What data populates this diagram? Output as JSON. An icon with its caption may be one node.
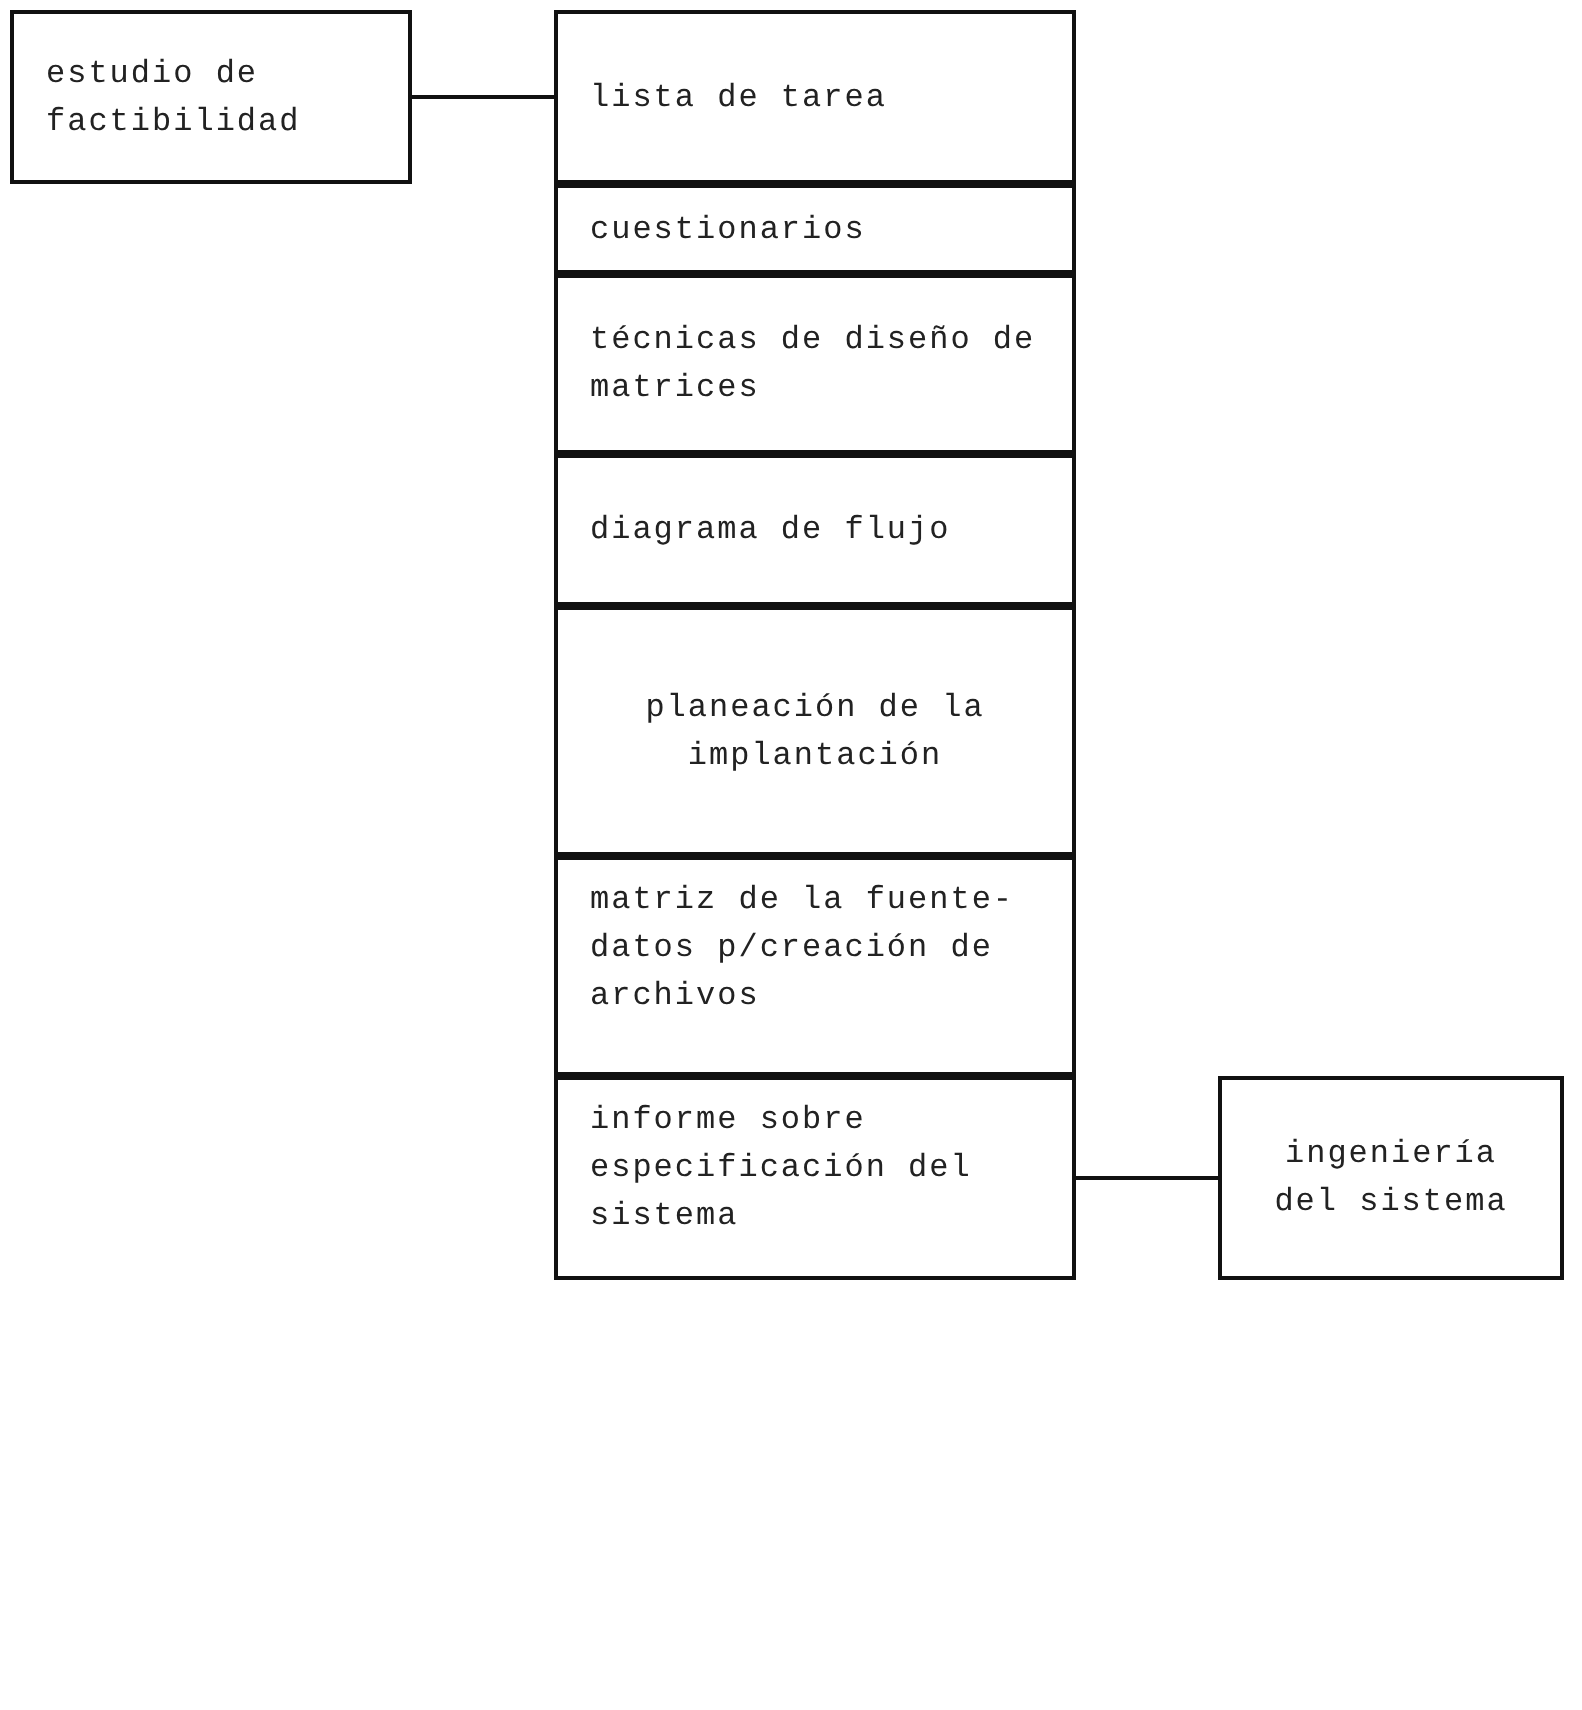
{
  "diagram": {
    "nodes": [
      {
        "text": [
          "estudio de factibilidad"
        ]
      },
      {
        "text": [
          "lista de tarea"
        ]
      },
      {
        "text": [
          "cuestionarios"
        ]
      },
      {
        "text": [
          "técnicas de diseño de matrices"
        ]
      },
      {
        "text": [
          "diagrama de flujo"
        ]
      },
      {
        "text": [
          "planeación de la implantación"
        ]
      },
      {
        "text": [
          "matriz de la fuente-datos p/creación de archivos"
        ]
      },
      {
        "text": [
          "informe sobre especificación del sistema"
        ]
      },
      {
        "text": [
          "ingeniería del sistema"
        ]
      }
    ],
    "edges": [
      {
        "from": 0,
        "to": 1,
        "arrow": "none"
      },
      {
        "from": 7,
        "to": 8,
        "arrow": "none"
      }
    ]
  }
}
